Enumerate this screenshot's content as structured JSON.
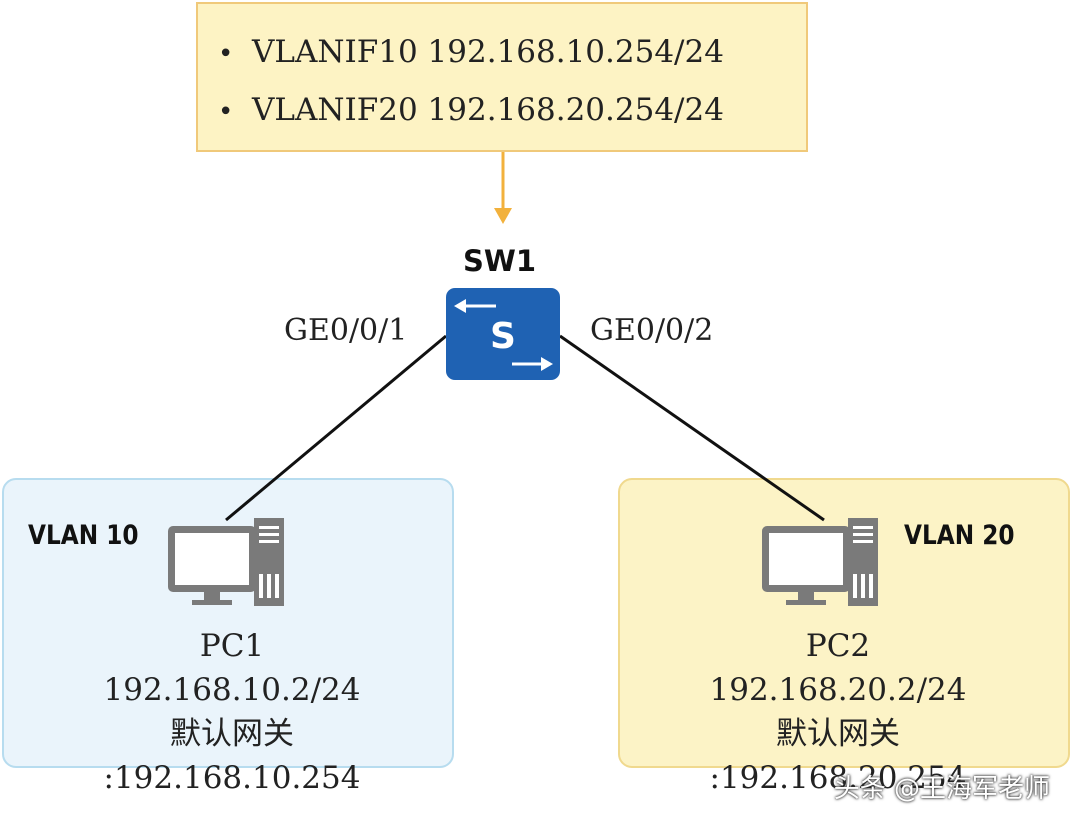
{
  "vlanif_box": {
    "bullet": "•",
    "items": [
      "VLANIF10 192.168.10.254/24",
      "VLANIF20 192.168.20.254/24"
    ]
  },
  "switch": {
    "name": "SW1",
    "icon_letter": "S",
    "port_left": "GE0/0/1",
    "port_right": "GE0/0/2"
  },
  "vlan10": {
    "label": "VLAN 10",
    "pc_name": "PC1",
    "ip": "192.168.10.2/24",
    "gateway_label": "默认网关",
    "gateway_value": ":192.168.10.254"
  },
  "vlan20": {
    "label": "VLAN 20",
    "pc_name": "PC2",
    "ip": "192.168.20.2/24",
    "gateway_label": "默认网关",
    "gateway_value": ":192.168.20.254"
  },
  "watermark": "头条 @王海军老师",
  "colors": {
    "switch_blue": "#1f62b3",
    "arrow_orange": "#f2b13c",
    "pc_gray": "#7a7a7a"
  }
}
